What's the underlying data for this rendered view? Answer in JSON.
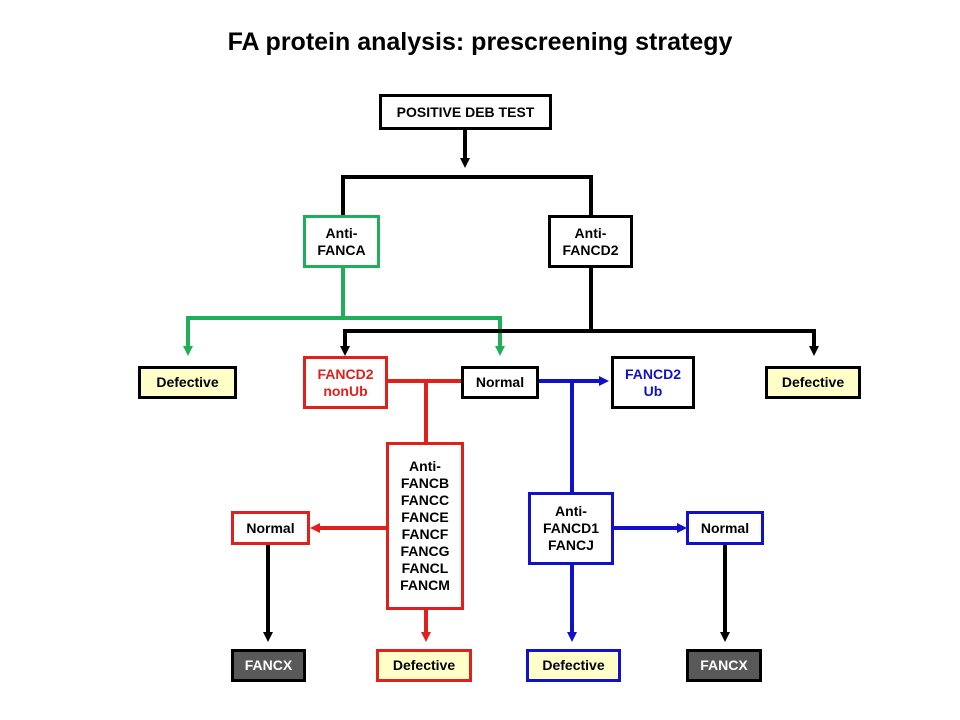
{
  "title": "FA protein analysis: prescreening strategy",
  "colors": {
    "black": "#000000",
    "green": "#1fae5b",
    "red": "#e0201b",
    "blue": "#1111cc",
    "defective_fill": "#ffffc8",
    "fancx_fill": "#595959"
  },
  "nodes": {
    "deb_test": "POSITIVE DEB TEST",
    "anti_fanca": "Anti-\nFANCA",
    "anti_fancd2": "Anti-\nFANCD2",
    "defective_left": "Defective",
    "fancd2_nonub": "FANCD2\nnonUb",
    "normal_center": "Normal",
    "fancd2_ub": "FANCD2\nUb",
    "defective_right": "Defective",
    "anti_fancb_group": "Anti-\nFANCB\nFANCC\nFANCE\nFANCF\nFANCG\nFANCL\nFANCM",
    "anti_fancd1_fancj": "Anti-\nFANCD1\nFANCJ",
    "normal_left": "Normal",
    "normal_right": "Normal",
    "fancx_left": "FANCX",
    "defective_bottom_red": "Defective",
    "defective_bottom_blue": "Defective",
    "fancx_right": "FANCX"
  }
}
